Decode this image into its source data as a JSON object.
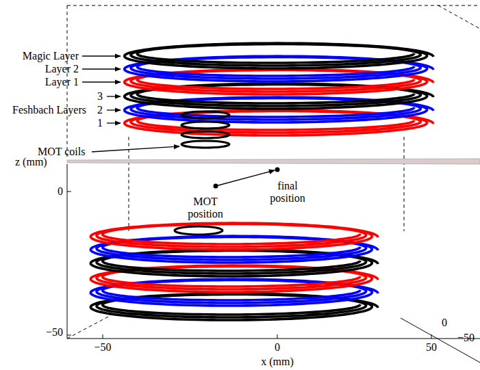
{
  "diagram": {
    "labels": [
      "Magic Layer",
      "Layer 2",
      "Layer 1",
      "3",
      "Feshbach Layers",
      "2",
      "1",
      "MOT coils",
      "MOT position",
      "final position",
      "z (mm)",
      "0",
      "−50",
      "x (mm)",
      "−50",
      "0",
      "50",
      "0",
      "−50"
    ]
  }
}
